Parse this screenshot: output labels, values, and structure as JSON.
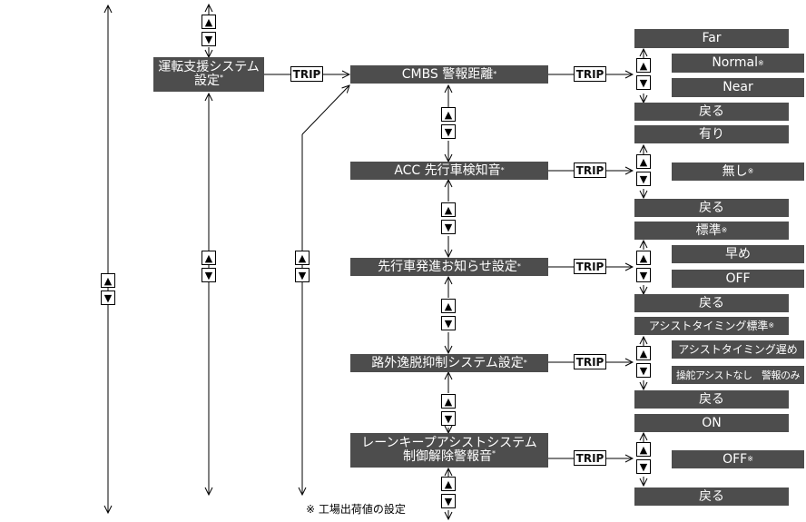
{
  "legend_note": "※ 工場出荷値の設定",
  "trip_label": "TRIP",
  "icons": {
    "up": "▲",
    "down": "▼",
    "mark": "※",
    "star": "*"
  },
  "root": {
    "line1": "運転支援システム",
    "line2": "設定"
  },
  "settings": [
    {
      "id": "cmbs",
      "label": "CMBS 警報距離",
      "options": [
        "Far",
        "Normal",
        "Near"
      ],
      "default": "Normal",
      "back": "戻る"
    },
    {
      "id": "acc",
      "label": "ACC 先行車検知音",
      "options": [
        "有り",
        "無し"
      ],
      "default": "無し",
      "back": "戻る"
    },
    {
      "id": "lead",
      "label": "先行車発進お知らせ設定",
      "options": [
        "標準",
        "早め",
        "OFF"
      ],
      "default": "標準",
      "back": "戻る"
    },
    {
      "id": "rdm",
      "label": "路外逸脱抑制システム設定",
      "options": [
        "アシストタイミング標準",
        "アシストタイミング遅め",
        "操舵アシストなし　警報のみ"
      ],
      "default": "アシストタイミング標準",
      "back": "戻る"
    },
    {
      "id": "lkas",
      "line1": "レーンキープアシストシステム",
      "line2": "制御解除警報音",
      "options": [
        "ON",
        "OFF"
      ],
      "default": "OFF",
      "back": "戻る"
    }
  ]
}
